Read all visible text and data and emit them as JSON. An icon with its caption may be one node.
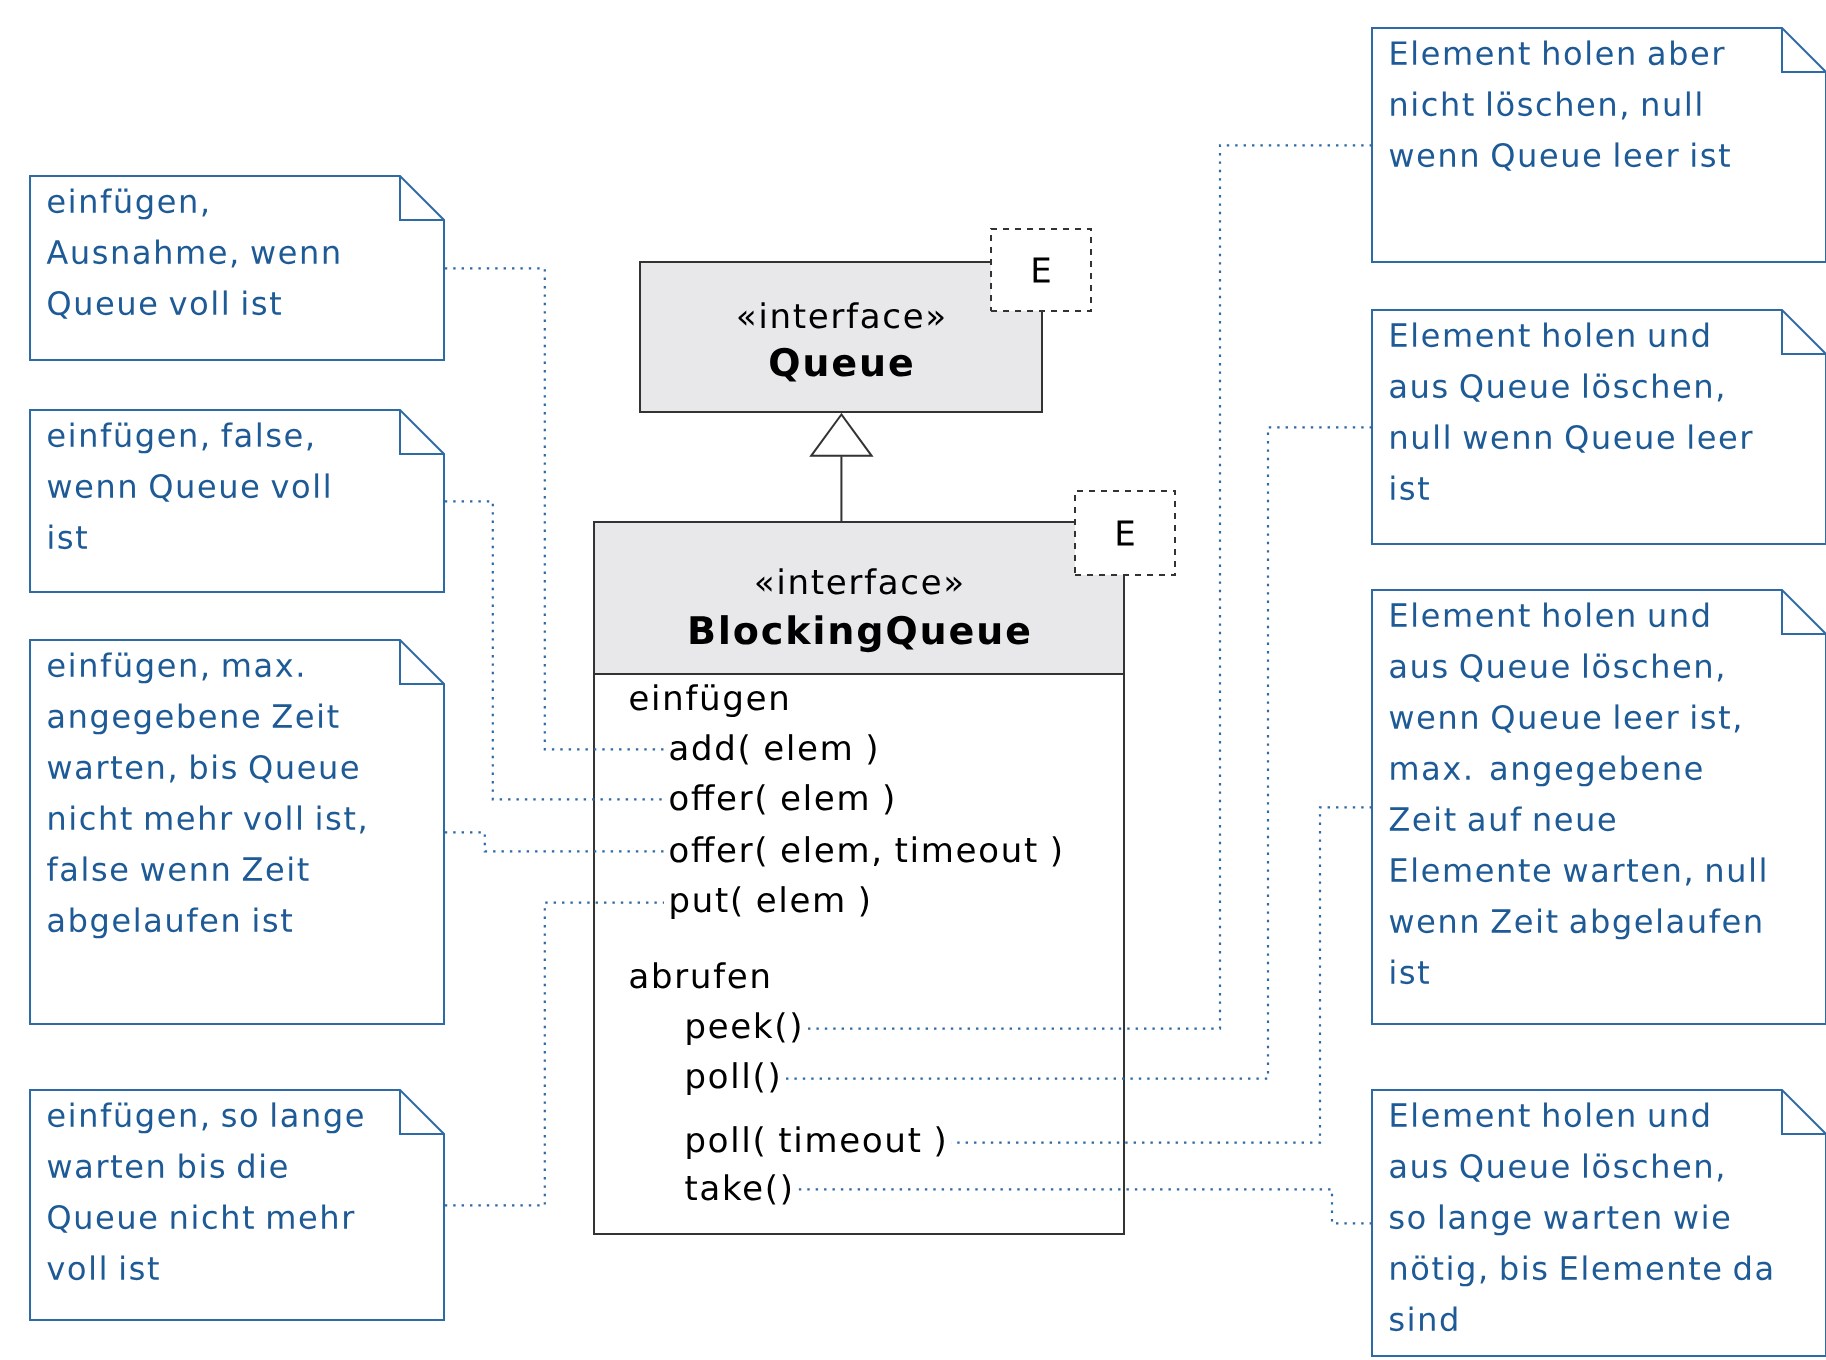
{
  "diagram": {
    "nodes": [
      {
        "text": [
          "«interface»",
          "Queue"
        ]
      },
      {
        "text": [
          "E"
        ]
      },
      {
        "text": [
          "«interface»",
          "BlockingQueue",
          "einfügen",
          "abrufen"
        ]
      },
      {
        "text": [
          "E"
        ]
      },
      {
        "text": [
          "add( elem )"
        ],
        "in": 2
      },
      {
        "text": [
          "offer( elem )"
        ],
        "in": 2
      },
      {
        "text": [
          "offer( elem, timeout )"
        ],
        "in": 2
      },
      {
        "text": [
          "put( elem )"
        ],
        "in": 2
      },
      {
        "text": [
          "peek()"
        ],
        "in": 2
      },
      {
        "text": [
          "poll()"
        ],
        "in": 2
      },
      {
        "text": [
          "poll( timeout )"
        ],
        "in": 2
      },
      {
        "text": [
          "take()"
        ],
        "in": 2
      },
      {
        "text": [
          "einfügen, Ausnahme, wenn Queue voll ist"
        ]
      },
      {
        "text": [
          "einfügen, false, wenn Queue voll ist"
        ]
      },
      {
        "text": [
          "einfügen, max. angegebene Zeit warten, bis Queue nicht mehr voll ist, false wenn Zeit abgelaufen ist"
        ]
      },
      {
        "text": [
          "einfügen, so lange warten bis die Queue nicht mehr voll ist"
        ]
      },
      {
        "text": [
          "Element holen aber nicht löschen, null wenn Queue leer ist"
        ]
      },
      {
        "text": [
          "Element holen und aus Queue löschen, null wenn Queue leer ist"
        ]
      },
      {
        "text": [
          "Element holen und aus Queue löschen, wenn Queue leer ist, max. angegebene Zeit auf neue Elemente warten, null wenn Zeit abgelaufen ist"
        ]
      },
      {
        "text": [
          "Element holen und aus Queue löschen, so lange warten wie nötig, bis Elemente da sind"
        ]
      }
    ],
    "edges": [
      {
        "from": 2,
        "to": 0,
        "arrow": "to",
        "color": "#333333"
      },
      {
        "from": 12,
        "to": 4,
        "arrow": "none",
        "style": "dashed"
      },
      {
        "from": 13,
        "to": 5,
        "arrow": "none",
        "style": "dashed"
      },
      {
        "from": 14,
        "to": 6,
        "arrow": "none",
        "style": "dashed"
      },
      {
        "from": 15,
        "to": 7,
        "arrow": "none",
        "style": "dashed"
      },
      {
        "from": 16,
        "to": 8,
        "arrow": "none",
        "style": "dashed"
      },
      {
        "from": 17,
        "to": 9,
        "arrow": "none",
        "style": "dashed"
      },
      {
        "from": 18,
        "to": 10,
        "arrow": "none",
        "style": "dashed"
      },
      {
        "from": 19,
        "to": 11,
        "arrow": "none",
        "style": "dashed"
      }
    ]
  }
}
